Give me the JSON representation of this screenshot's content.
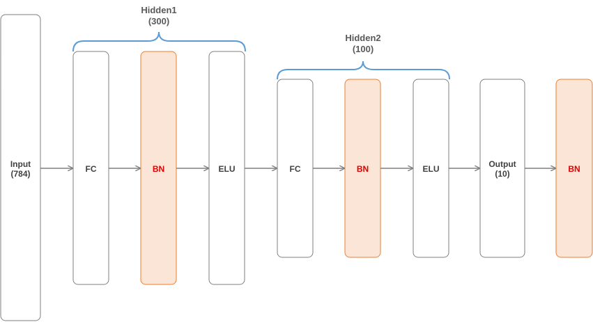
{
  "colors": {
    "box_stroke": "#7f7f7f",
    "bn_fill": "#fbe5d6",
    "bn_stroke": "#ed7d31",
    "bn_text": "#e00000",
    "text": "#404040",
    "brace": "#5b9bd5",
    "arrow": "#7f7f7f"
  },
  "nodes": {
    "input": {
      "line1": "Input",
      "line2": "(784)"
    },
    "fc1": {
      "label": "FC"
    },
    "bn1": {
      "label": "BN"
    },
    "elu1": {
      "label": "ELU"
    },
    "fc2": {
      "label": "FC"
    },
    "bn2": {
      "label": "BN"
    },
    "elu2": {
      "label": "ELU"
    },
    "output": {
      "line1": "Output",
      "line2": "(10)"
    },
    "bn3": {
      "label": "BN"
    }
  },
  "groups": {
    "hidden1": {
      "name": "Hidden1",
      "size": "(300)"
    },
    "hidden2": {
      "name": "Hidden2",
      "size": "(100)"
    }
  }
}
